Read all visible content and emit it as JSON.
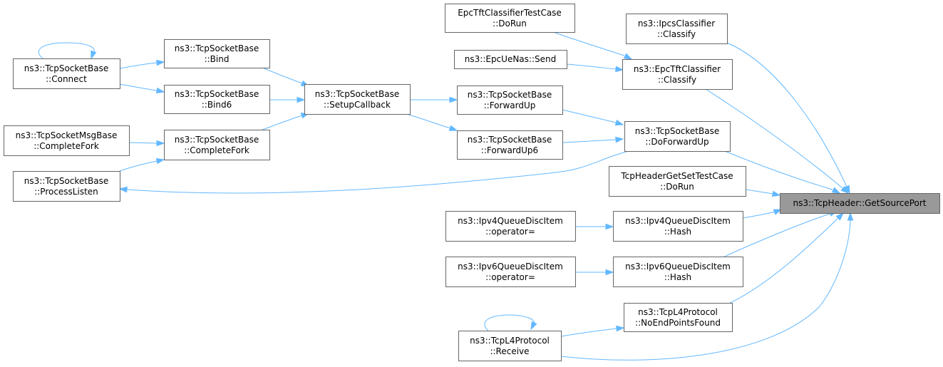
{
  "diagram": {
    "type": "call-graph",
    "root_id": "getsourceport",
    "nodes": [
      {
        "id": "getsourceport",
        "line1": "ns3::TcpHeader::GetSourcePort",
        "line2": "",
        "root": true
      },
      {
        "id": "ipcs_classify",
        "line1": "ns3::IpcsClassifier",
        "line2": "::Classify"
      },
      {
        "id": "epctft_classify",
        "line1": "ns3::EpcTftClassifier",
        "line2": "::Classify"
      },
      {
        "id": "epctft_testcase_dorun",
        "line1": "EpcTftClassifierTestCase",
        "line2": "::DoRun"
      },
      {
        "id": "epcuenas_send",
        "line1": "ns3::EpcUeNas::Send",
        "line2": ""
      },
      {
        "id": "tsb_doforwardup",
        "line1": "ns3::TcpSocketBase",
        "line2": "::DoForwardUp"
      },
      {
        "id": "tsb_forwardup",
        "line1": "ns3::TcpSocketBase",
        "line2": "::ForwardUp"
      },
      {
        "id": "tsb_forwardup6",
        "line1": "ns3::TcpSocketBase",
        "line2": "::ForwardUp6"
      },
      {
        "id": "tsb_setupcallback",
        "line1": "ns3::TcpSocketBase",
        "line2": "::SetupCallback"
      },
      {
        "id": "tsb_bind",
        "line1": "ns3::TcpSocketBase",
        "line2": "::Bind"
      },
      {
        "id": "tsb_bind6",
        "line1": "ns3::TcpSocketBase",
        "line2": "::Bind6"
      },
      {
        "id": "tsb_completefork",
        "line1": "ns3::TcpSocketBase",
        "line2": "::CompleteFork"
      },
      {
        "id": "tsb_connect",
        "line1": "ns3::TcpSocketBase",
        "line2": "::Connect"
      },
      {
        "id": "tsmb_completefork",
        "line1": "ns3::TcpSocketMsgBase",
        "line2": "::CompleteFork"
      },
      {
        "id": "tsb_processlisten",
        "line1": "ns3::TcpSocketBase",
        "line2": "::ProcessListen"
      },
      {
        "id": "tcpheader_testcase_dorun",
        "line1": "TcpHeaderGetSetTestCase",
        "line2": "::DoRun"
      },
      {
        "id": "ipv4qdi_hash",
        "line1": "ns3::Ipv4QueueDiscItem",
        "line2": "::Hash"
      },
      {
        "id": "ipv4qdi_operator",
        "line1": "ns3::Ipv4QueueDiscItem",
        "line2": "::operator="
      },
      {
        "id": "ipv6qdi_hash",
        "line1": "ns3::Ipv6QueueDiscItem",
        "line2": "::Hash"
      },
      {
        "id": "ipv6qdi_operator",
        "line1": "ns3::Ipv6QueueDiscItem",
        "line2": "::operator="
      },
      {
        "id": "tcpl4_noendpointsfound",
        "line1": "ns3::TcpL4Protocol",
        "line2": "::NoEndPointsFound"
      },
      {
        "id": "tcpl4_receive",
        "line1": "ns3::TcpL4Protocol",
        "line2": "::Receive"
      }
    ],
    "edges": [
      {
        "from": "ipcs_classify",
        "to": "getsourceport"
      },
      {
        "from": "epctft_classify",
        "to": "getsourceport"
      },
      {
        "from": "epctft_testcase_dorun",
        "to": "epctft_classify"
      },
      {
        "from": "epcuenas_send",
        "to": "epctft_classify"
      },
      {
        "from": "tsb_doforwardup",
        "to": "getsourceport"
      },
      {
        "from": "tsb_forwardup",
        "to": "tsb_doforwardup"
      },
      {
        "from": "tsb_forwardup6",
        "to": "tsb_doforwardup"
      },
      {
        "from": "tsb_setupcallback",
        "to": "tsb_forwardup"
      },
      {
        "from": "tsb_setupcallback",
        "to": "tsb_forwardup6"
      },
      {
        "from": "tsb_bind",
        "to": "tsb_setupcallback"
      },
      {
        "from": "tsb_bind6",
        "to": "tsb_setupcallback"
      },
      {
        "from": "tsb_completefork",
        "to": "tsb_setupcallback"
      },
      {
        "from": "tsb_connect",
        "to": "tsb_bind"
      },
      {
        "from": "tsb_connect",
        "to": "tsb_bind6"
      },
      {
        "from": "tsb_connect",
        "to": "tsb_connect"
      },
      {
        "from": "tsmb_completefork",
        "to": "tsb_completefork"
      },
      {
        "from": "tsb_processlisten",
        "to": "tsb_completefork"
      },
      {
        "from": "tsb_doforwardup",
        "to": "tsb_processlisten"
      },
      {
        "from": "tcpheader_testcase_dorun",
        "to": "getsourceport"
      },
      {
        "from": "ipv4qdi_hash",
        "to": "getsourceport"
      },
      {
        "from": "ipv4qdi_operator",
        "to": "ipv4qdi_hash"
      },
      {
        "from": "ipv6qdi_hash",
        "to": "getsourceport"
      },
      {
        "from": "ipv6qdi_operator",
        "to": "ipv6qdi_hash"
      },
      {
        "from": "tcpl4_noendpointsfound",
        "to": "getsourceport"
      },
      {
        "from": "tcpl4_receive",
        "to": "tcpl4_noendpointsfound"
      },
      {
        "from": "tcpl4_receive",
        "to": "getsourceport"
      },
      {
        "from": "tcpl4_receive",
        "to": "tcpl4_receive"
      }
    ],
    "colors": {
      "edge": "#63b8ff",
      "root_fill": "#999999",
      "node_fill": "#ffffff",
      "node_border": "#666666"
    }
  }
}
